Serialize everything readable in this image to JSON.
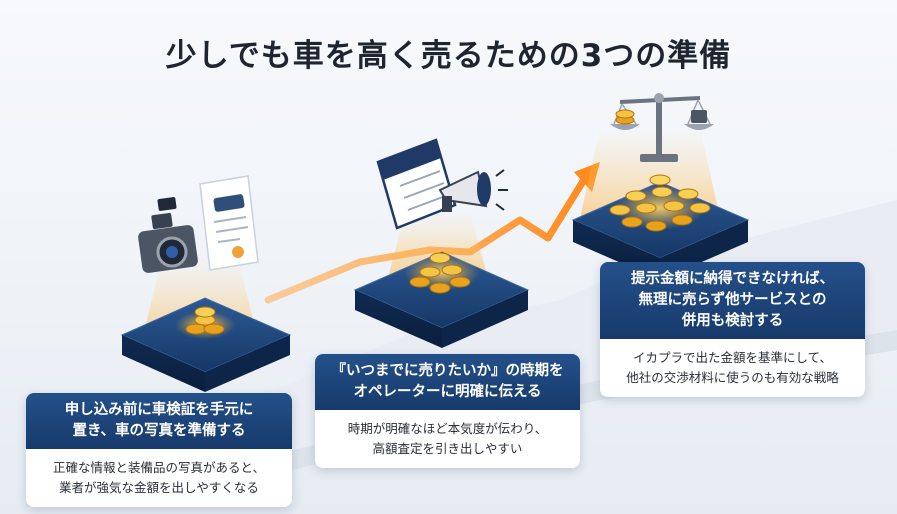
{
  "title": "少しでも車を高く売るための3つの準備",
  "colors": {
    "navy": "#1d4477",
    "accent_orange": "#ff9a2e",
    "gold": "#f4b733"
  },
  "icons": [
    "camera-icon",
    "vehicle-inspection-document-icon",
    "calendar-icon",
    "megaphone-icon",
    "balance-scale-icon",
    "coin-stack-icon",
    "rising-arrow-icon"
  ],
  "steps": [
    {
      "heading": [
        "申し込み前に車検証を手元に",
        "置き、車の写真を準備する"
      ],
      "body": [
        "正確な情報と装備品の写真があると、",
        "業者が強気な金額を出しやすくなる"
      ]
    },
    {
      "heading": [
        "『いつまでに売りたいか』の時期を",
        "オペレーターに明確に伝える"
      ],
      "body": [
        "時期が明確なほど本気度が伝わり、",
        "高額査定を引き出しやすい"
      ]
    },
    {
      "heading": [
        "提示金額に納得できなければ、",
        "無理に売らず他サービスとの",
        "併用も検討する"
      ],
      "body": [
        "イカプラで出た金額を基準にして、",
        "他社の交渉材料に使うのも有効な戦略"
      ]
    }
  ]
}
